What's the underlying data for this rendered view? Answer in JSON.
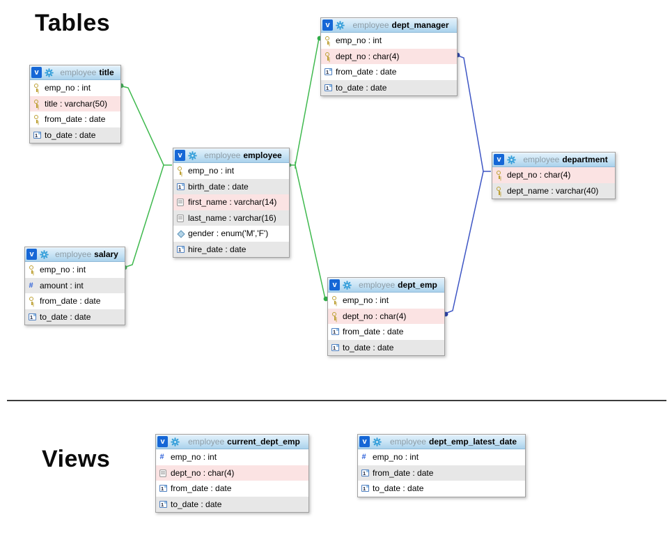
{
  "headings": {
    "tables": "Tables",
    "views": "Views"
  },
  "colors": {
    "header_gradient_top": "#e2f1fb",
    "header_gradient_bottom": "#aad2ec",
    "badge_blue": "#1667d6",
    "gear_blue": "#38a0da",
    "row_white": "#ffffff",
    "row_gray": "#e7e7e7",
    "row_pink": "#fbe3e3",
    "table_link": "#3fb94e",
    "table_link_dot": "#2fae47",
    "view_link": "#3d55c4",
    "view_link_dot": "#1d35a6"
  },
  "tables": [
    {
      "badge": "v",
      "schema": "employee",
      "name": "title",
      "rows": [
        {
          "label": "emp_no : int",
          "icon": "key-icon",
          "bg": "white"
        },
        {
          "label": "title : varchar(50)",
          "icon": "key-icon",
          "bg": "pink"
        },
        {
          "label": "from_date : date",
          "icon": "key-icon",
          "bg": "white"
        },
        {
          "label": "to_date : date",
          "icon": "date-icon",
          "bg": "gray"
        }
      ]
    },
    {
      "badge": "v",
      "schema": "employee",
      "name": "employee",
      "rows": [
        {
          "label": "emp_no : int",
          "icon": "key-icon",
          "bg": "white"
        },
        {
          "label": "birth_date : date",
          "icon": "date-icon",
          "bg": "gray"
        },
        {
          "label": "first_name : varchar(14)",
          "icon": "text-icon",
          "bg": "pink"
        },
        {
          "label": "last_name : varchar(16)",
          "icon": "text-icon",
          "bg": "gray"
        },
        {
          "label": "gender : enum('M','F')",
          "icon": "enum-icon",
          "bg": "white"
        },
        {
          "label": "hire_date : date",
          "icon": "date-icon",
          "bg": "gray"
        }
      ]
    },
    {
      "badge": "v",
      "schema": "employee",
      "name": "salary",
      "rows": [
        {
          "label": "emp_no : int",
          "icon": "key-icon",
          "bg": "white"
        },
        {
          "label": "amount : int",
          "icon": "number-icon",
          "bg": "gray"
        },
        {
          "label": "from_date : date",
          "icon": "key-icon",
          "bg": "white"
        },
        {
          "label": "to_date : date",
          "icon": "date-icon",
          "bg": "gray"
        }
      ]
    },
    {
      "badge": "v",
      "schema": "employee",
      "name": "dept_manager",
      "rows": [
        {
          "label": "emp_no : int",
          "icon": "key-icon",
          "bg": "white"
        },
        {
          "label": "dept_no : char(4)",
          "icon": "key-icon",
          "bg": "pink"
        },
        {
          "label": "from_date : date",
          "icon": "date-icon",
          "bg": "white"
        },
        {
          "label": "to_date : date",
          "icon": "date-icon",
          "bg": "gray"
        }
      ]
    },
    {
      "badge": "v",
      "schema": "employee",
      "name": "dept_emp",
      "rows": [
        {
          "label": "emp_no : int",
          "icon": "key-icon",
          "bg": "white"
        },
        {
          "label": "dept_no : char(4)",
          "icon": "key-icon",
          "bg": "pink"
        },
        {
          "label": "from_date : date",
          "icon": "date-icon",
          "bg": "white"
        },
        {
          "label": "to_date : date",
          "icon": "date-icon",
          "bg": "gray"
        }
      ]
    },
    {
      "badge": "v",
      "schema": "employee",
      "name": "department",
      "rows": [
        {
          "label": "dept_no : char(4)",
          "icon": "key-icon",
          "bg": "pink"
        },
        {
          "label": "dept_name : varchar(40)",
          "icon": "key-icon",
          "bg": "gray"
        }
      ]
    },
    {
      "badge": "v",
      "schema": "employee",
      "name": "current_dept_emp",
      "rows": [
        {
          "label": "emp_no : int",
          "icon": "number-icon",
          "bg": "white"
        },
        {
          "label": "dept_no : char(4)",
          "icon": "text-icon",
          "bg": "pink"
        },
        {
          "label": "from_date : date",
          "icon": "date-icon",
          "bg": "white"
        },
        {
          "label": "to_date : date",
          "icon": "date-icon",
          "bg": "gray"
        }
      ]
    },
    {
      "badge": "v",
      "schema": "employee",
      "name": "dept_emp_latest_date",
      "rows": [
        {
          "label": "emp_no : int",
          "icon": "number-icon",
          "bg": "white"
        },
        {
          "label": "from_date : date",
          "icon": "date-icon",
          "bg": "gray"
        },
        {
          "label": "to_date : date",
          "icon": "date-icon",
          "bg": "white"
        }
      ]
    }
  ]
}
